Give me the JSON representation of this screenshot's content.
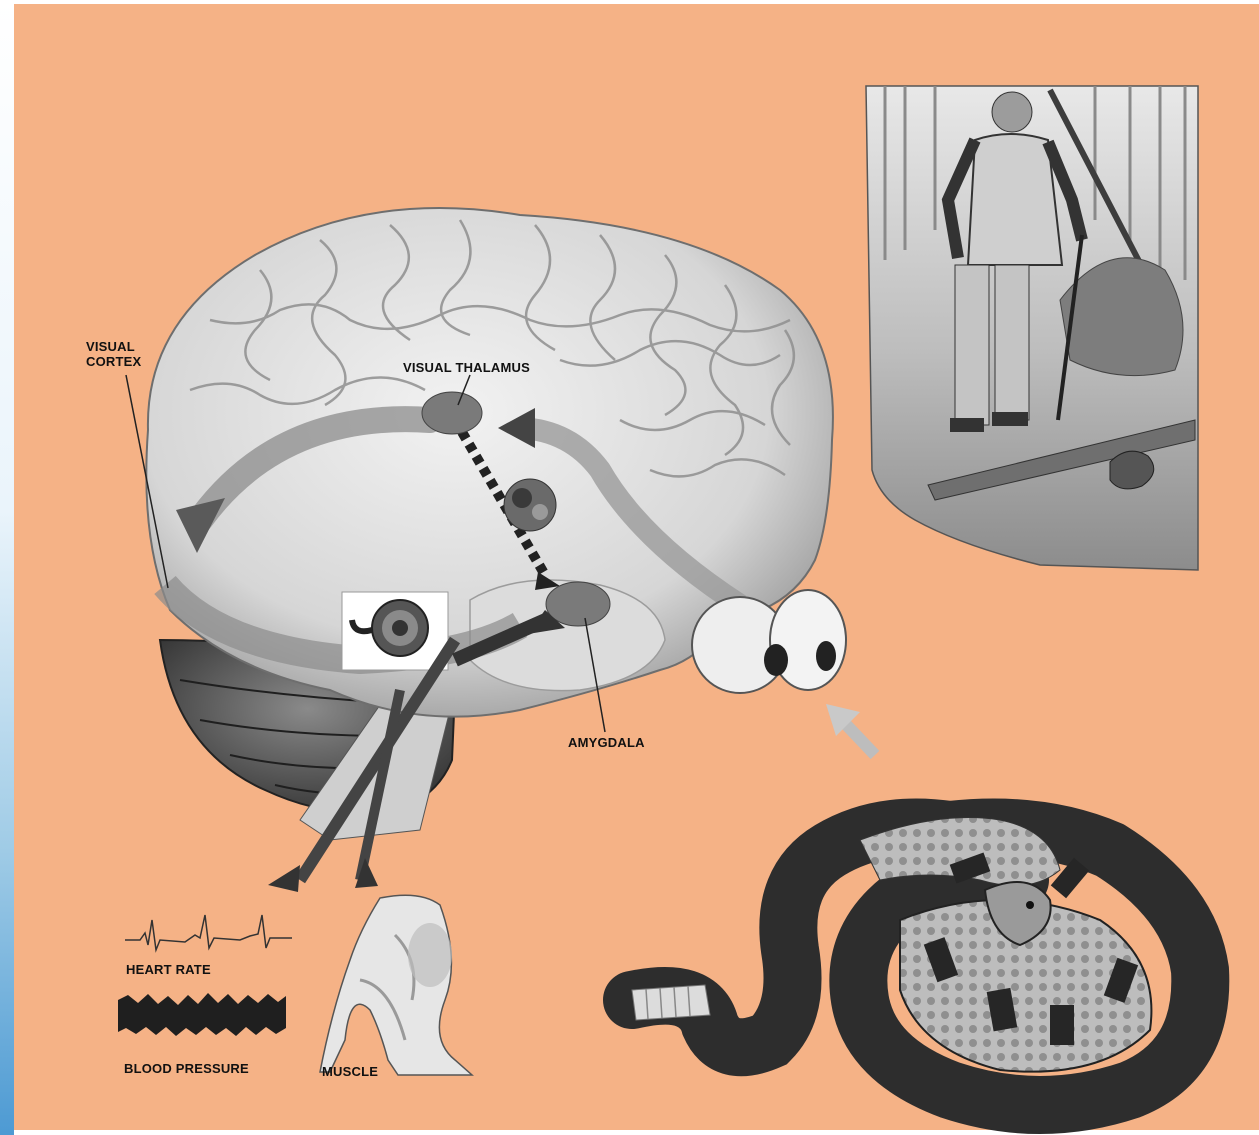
{
  "labels": {
    "visual_cortex": "VISUAL\nCORTEX",
    "visual_thalamus": "VISUAL THALAMUS",
    "amygdala": "AMYGDALA",
    "heart_rate": "HEART RATE",
    "blood_pressure": "BLOOD PRESSURE",
    "muscle": "MUSCLE"
  },
  "colors": {
    "background": "#f5b286",
    "brain": "#e4e4e4",
    "gray_dark": "#3a3a3a",
    "nucleus": "#7a7a7a"
  },
  "icons": [
    "brain-illustration",
    "eyes-icon",
    "rattlesnake-illustration",
    "hiker-scene-illustration",
    "leg-muscle-icon",
    "heart-rate-trace-icon",
    "blood-pressure-trace-icon"
  ]
}
